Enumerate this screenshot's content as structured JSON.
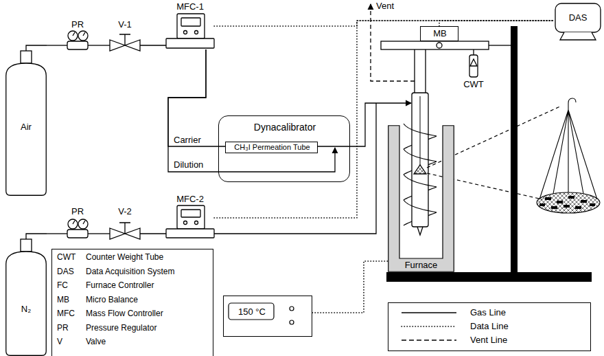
{
  "diagram": {
    "nodes": [
      {
        "text": [
          "Air"
        ]
      },
      {
        "text": [
          "PR"
        ]
      },
      {
        "text": [
          "V-1"
        ]
      },
      {
        "text": [
          "MFC-1"
        ]
      },
      {
        "text": [
          "Dynacalibrator"
        ]
      },
      {
        "text": [
          "CH₃I Permeation Tube"
        ],
        "in": 4
      },
      {
        "text": [
          "MB"
        ]
      },
      {
        "text": [
          "CWT"
        ]
      },
      {
        "text": [
          "DAS"
        ]
      },
      {
        "text": [
          "N₂"
        ]
      },
      {
        "text": [
          "PR"
        ]
      },
      {
        "text": [
          "V-2"
        ]
      },
      {
        "text": [
          "MFC-2"
        ]
      },
      {
        "text": [
          "Furnace"
        ]
      },
      {
        "text": [
          "150 °C"
        ]
      }
    ],
    "edges": [
      {
        "from": 0,
        "to": 1,
        "arrow": "none"
      },
      {
        "from": 1,
        "to": 2,
        "arrow": "none"
      },
      {
        "from": 2,
        "to": 3,
        "arrow": "none"
      },
      {
        "from": 3,
        "to": 5,
        "label": "Carrier",
        "arrow": "none"
      },
      {
        "from": 3,
        "to": 4,
        "label": "Dilution",
        "arrow": "none"
      },
      {
        "from": 9,
        "to": 10,
        "arrow": "none"
      },
      {
        "from": 10,
        "to": 11,
        "arrow": "none"
      },
      {
        "from": 11,
        "to": 12,
        "arrow": "none"
      },
      {
        "from": 3,
        "to": 8,
        "arrow": "none"
      },
      {
        "from": 12,
        "to": 8,
        "arrow": "none"
      },
      {
        "from": 6,
        "to": 8,
        "arrow": "none"
      },
      {
        "from": 14,
        "to": 13,
        "arrow": "none"
      }
    ],
    "labels": [
      "Vent",
      "CWT",
      "Counter Weight Tube",
      "DAS",
      "Data Acquisition System",
      "FC",
      "Furnace Controller",
      "MB",
      "Micro Balance",
      "MFC",
      "Mass Flow Controller",
      "PR",
      "Pressure Regulator",
      "V",
      "Valve"
    ],
    "legend": [
      {
        "text": "Gas Line"
      },
      {
        "text": "Data Line"
      },
      {
        "text": "Vent Line"
      }
    ]
  }
}
